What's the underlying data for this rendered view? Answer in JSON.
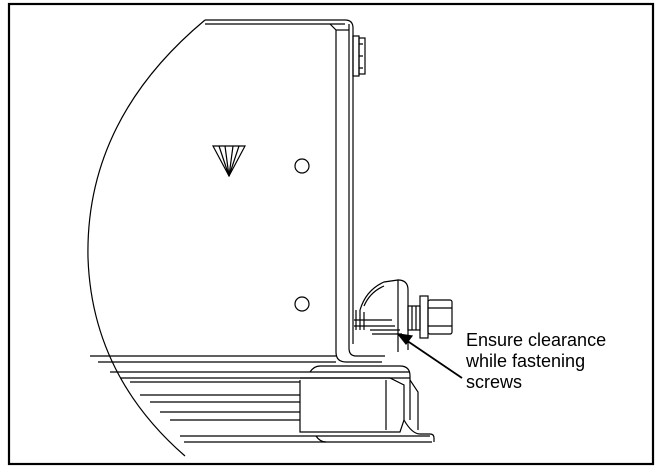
{
  "callout": {
    "lines": [
      "Ensure clearance",
      "while fastening",
      "screws"
    ]
  },
  "colors": {
    "line": "#000000",
    "background": "#ffffff"
  }
}
